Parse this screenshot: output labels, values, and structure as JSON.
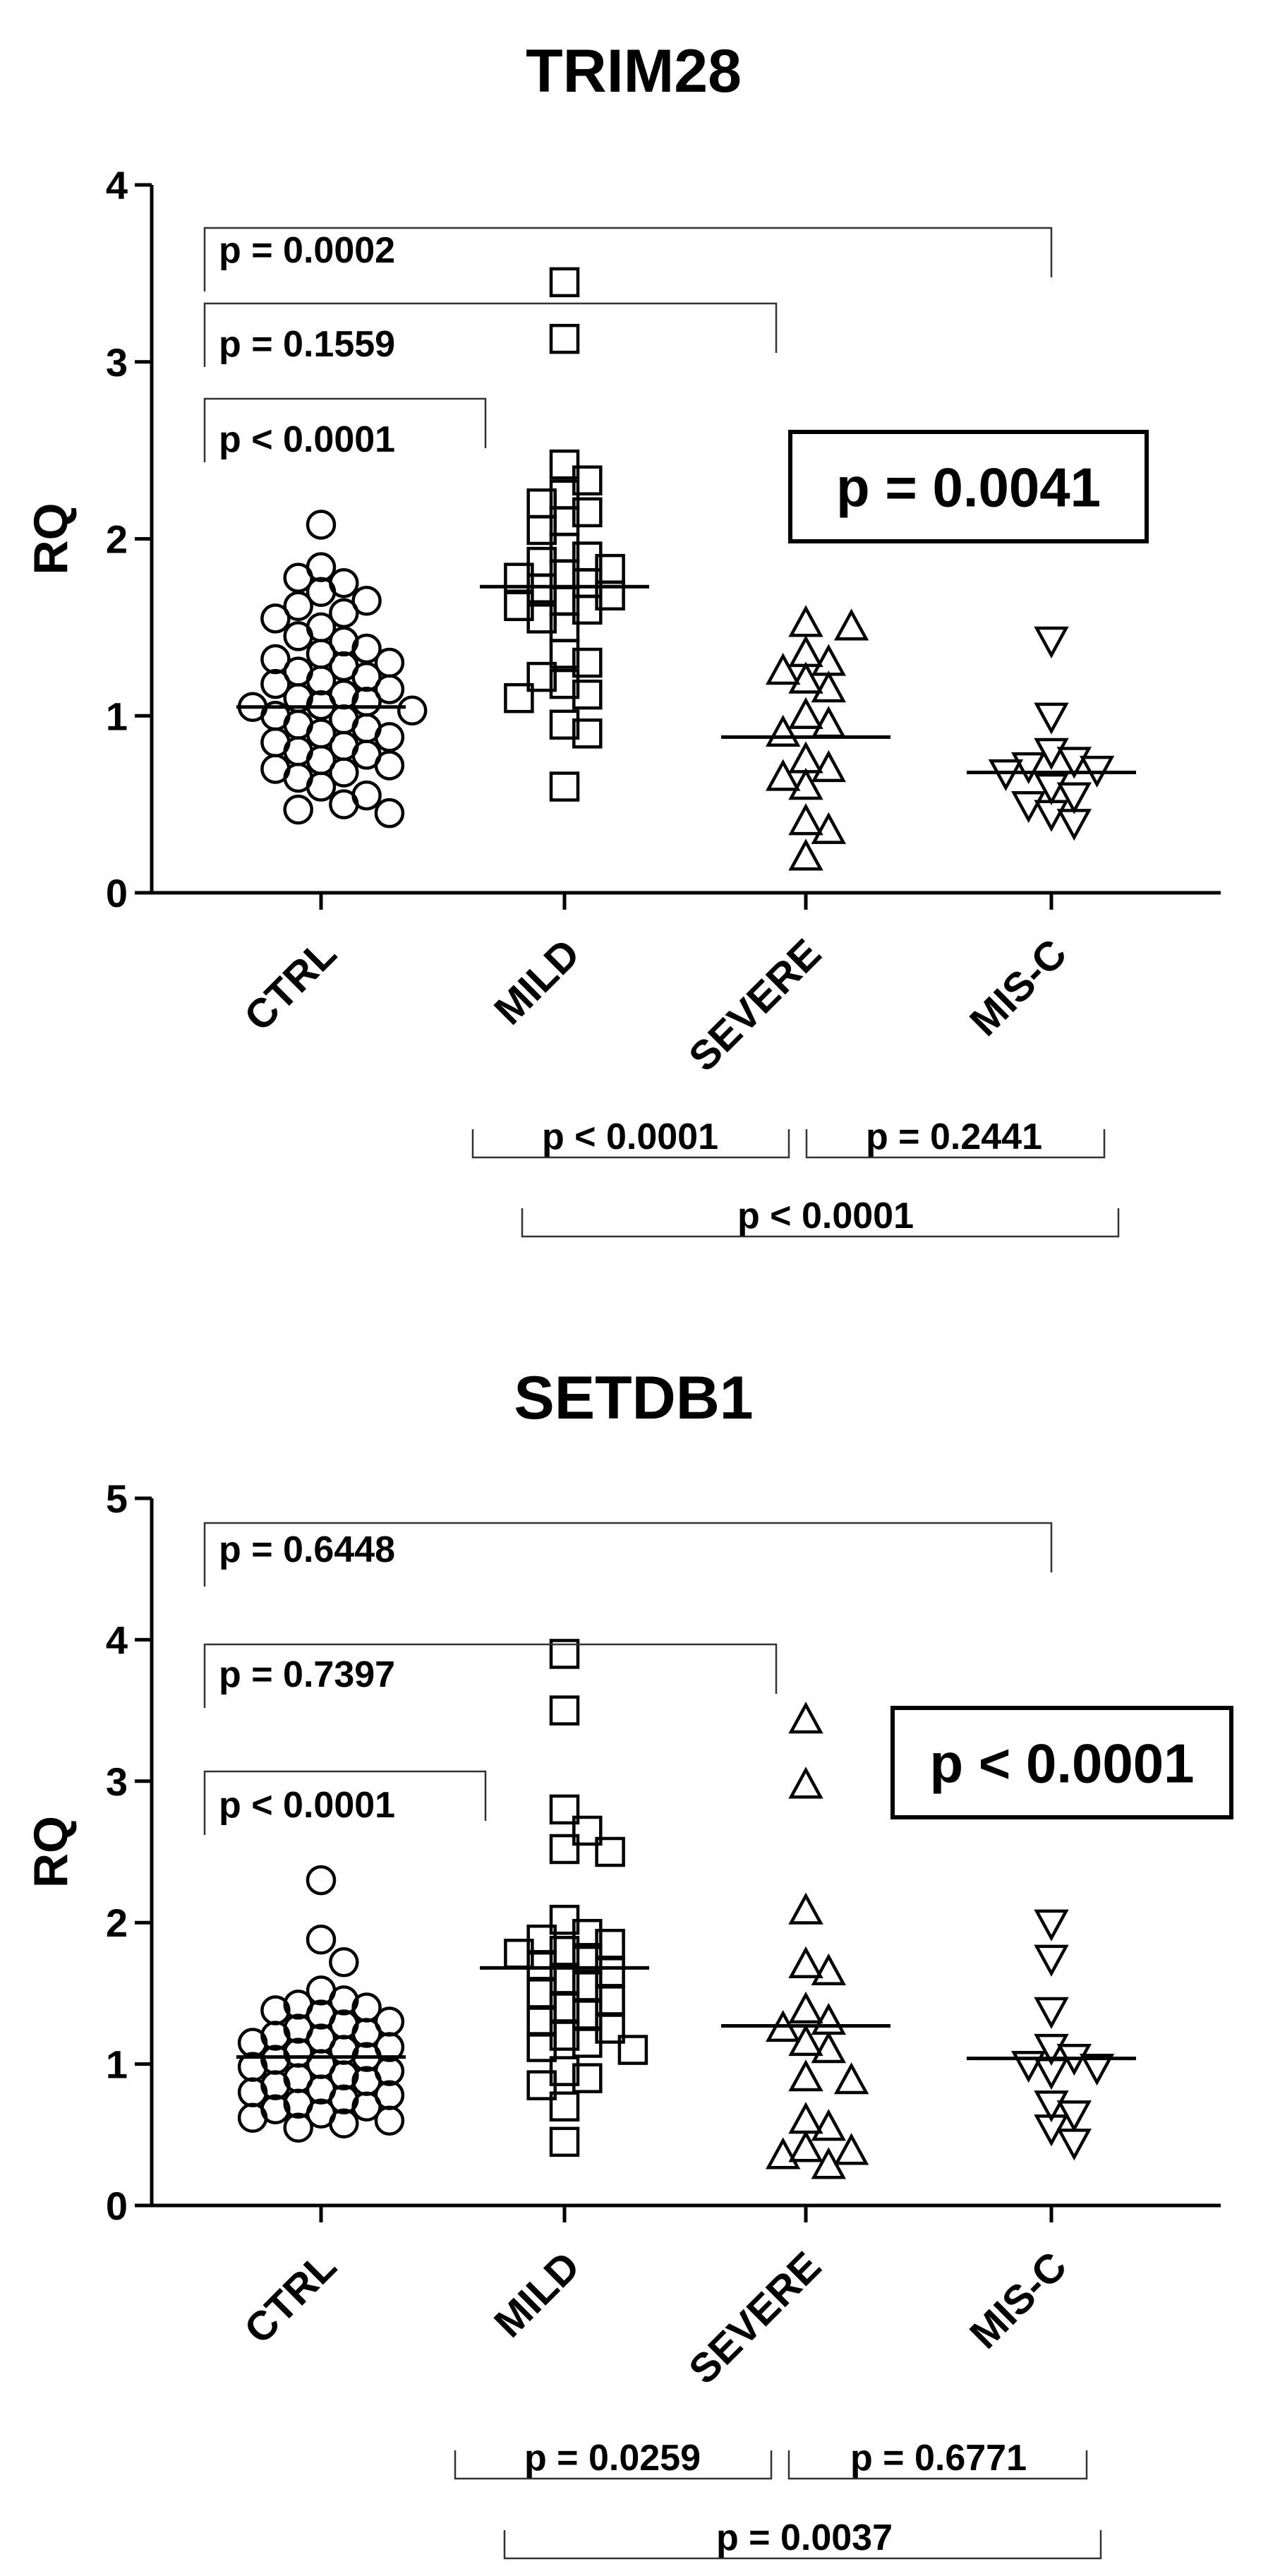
{
  "chart_data": [
    {
      "type": "scatter",
      "title": "TRIM28",
      "ylabel": "RQ",
      "xlabel": "",
      "ylim": [
        0,
        4
      ],
      "yticks": [
        "0",
        "1",
        "2",
        "3",
        "4"
      ],
      "categories": [
        "CTRL",
        "MILD",
        "SEVERE",
        "MIS-C"
      ],
      "markers": [
        "circle",
        "square",
        "triangle-up",
        "triangle-down"
      ],
      "groups": [
        {
          "category": "CTRL",
          "median": 1.05,
          "values": [
            2.08,
            1.84,
            1.75,
            1.78,
            1.7,
            1.65,
            1.62,
            1.58,
            1.55,
            1.5,
            1.45,
            1.42,
            1.38,
            1.35,
            1.32,
            1.3,
            1.28,
            1.25,
            1.22,
            1.2,
            1.18,
            1.15,
            1.12,
            1.1,
            1.08,
            1.06,
            1.05,
            1.03,
            1.0,
            0.98,
            0.95,
            0.93,
            0.9,
            0.88,
            0.85,
            0.83,
            0.8,
            0.78,
            0.75,
            0.72,
            0.7,
            0.68,
            0.65,
            0.6,
            0.55,
            0.5,
            0.47,
            0.45
          ]
        },
        {
          "category": "MILD",
          "median": 1.73,
          "values": [
            3.45,
            3.13,
            2.42,
            2.33,
            2.25,
            2.2,
            2.15,
            2.1,
            2.05,
            1.95,
            1.9,
            1.87,
            1.83,
            1.8,
            1.78,
            1.75,
            1.72,
            1.68,
            1.65,
            1.62,
            1.6,
            1.55,
            1.5,
            1.35,
            1.3,
            1.22,
            1.18,
            1.12,
            1.1,
            0.95,
            0.9,
            0.6
          ]
        },
        {
          "category": "SEVERE",
          "median": 0.88,
          "values": [
            1.52,
            1.5,
            1.35,
            1.3,
            1.25,
            1.2,
            1.15,
            1.0,
            0.95,
            0.9,
            0.75,
            0.7,
            0.65,
            0.6,
            0.4,
            0.35,
            0.2
          ]
        },
        {
          "category": "MIS-C",
          "median": 0.68,
          "values": [
            1.43,
            1.0,
            0.8,
            0.75,
            0.72,
            0.7,
            0.68,
            0.6,
            0.55,
            0.5,
            0.45,
            0.4
          ]
        }
      ],
      "top_comparisons": [
        {
          "from": "CTRL",
          "to": "MIS-C",
          "label": "p = 0.0002"
        },
        {
          "from": "CTRL",
          "to": "SEVERE",
          "label": "p = 0.1559"
        },
        {
          "from": "CTRL",
          "to": "MILD",
          "label": "p < 0.0001"
        }
      ],
      "bottom_comparisons": [
        {
          "from": "MILD",
          "to": "SEVERE",
          "label": "p < 0.0001"
        },
        {
          "from": "SEVERE",
          "to": "MIS-C",
          "label": "p = 0.2441"
        },
        {
          "from": "MILD",
          "to": "MIS-C",
          "label": "p < 0.0001"
        }
      ],
      "overall_test": "p = 0.0041"
    },
    {
      "type": "scatter",
      "title": "SETDB1",
      "ylabel": "RQ",
      "xlabel": "",
      "ylim": [
        0,
        5
      ],
      "yticks": [
        "0",
        "1",
        "2",
        "3",
        "4",
        "5"
      ],
      "categories": [
        "CTRL",
        "MILD",
        "SEVERE",
        "MIS-C"
      ],
      "markers": [
        "circle",
        "square",
        "triangle-up",
        "triangle-down"
      ],
      "groups": [
        {
          "category": "CTRL",
          "median": 1.05,
          "values": [
            2.3,
            1.88,
            1.72,
            1.52,
            1.45,
            1.42,
            1.4,
            1.38,
            1.35,
            1.3,
            1.28,
            1.25,
            1.22,
            1.2,
            1.18,
            1.15,
            1.12,
            1.1,
            1.08,
            1.05,
            1.03,
            1.0,
            0.98,
            0.95,
            0.92,
            0.9,
            0.88,
            0.85,
            0.82,
            0.8,
            0.78,
            0.75,
            0.72,
            0.7,
            0.68,
            0.65,
            0.62,
            0.6,
            0.58,
            0.55
          ]
        },
        {
          "category": "MILD",
          "median": 1.68,
          "values": [
            3.9,
            3.5,
            2.8,
            2.65,
            2.52,
            2.5,
            2.02,
            1.92,
            1.88,
            1.85,
            1.8,
            1.78,
            1.75,
            1.7,
            1.65,
            1.6,
            1.55,
            1.5,
            1.45,
            1.4,
            1.35,
            1.3,
            1.25,
            1.2,
            1.15,
            1.12,
            1.1,
            0.95,
            0.9,
            0.85,
            0.7,
            0.45
          ]
        },
        {
          "category": "SEVERE",
          "median": 1.27,
          "values": [
            3.43,
            2.97,
            2.08,
            1.7,
            1.65,
            1.38,
            1.3,
            1.25,
            1.15,
            1.1,
            0.9,
            0.88,
            0.6,
            0.55,
            0.4,
            0.38,
            0.35,
            0.28
          ]
        },
        {
          "category": "MIS-C",
          "median": 1.04,
          "values": [
            2.0,
            1.75,
            1.38,
            1.12,
            1.05,
            1.0,
            0.98,
            0.95,
            0.72,
            0.65,
            0.55,
            0.45
          ]
        }
      ],
      "top_comparisons": [
        {
          "from": "CTRL",
          "to": "MIS-C",
          "label": "p = 0.6448"
        },
        {
          "from": "CTRL",
          "to": "SEVERE",
          "label": "p = 0.7397"
        },
        {
          "from": "CTRL",
          "to": "MILD",
          "label": "p < 0.0001"
        }
      ],
      "bottom_comparisons": [
        {
          "from": "MILD",
          "to": "SEVERE",
          "label": "p = 0.0259"
        },
        {
          "from": "SEVERE",
          "to": "MIS-C",
          "label": "p = 0.6771"
        },
        {
          "from": "MILD",
          "to": "MIS-C",
          "label": "p = 0.0037"
        }
      ],
      "overall_test": "p < 0.0001"
    }
  ]
}
